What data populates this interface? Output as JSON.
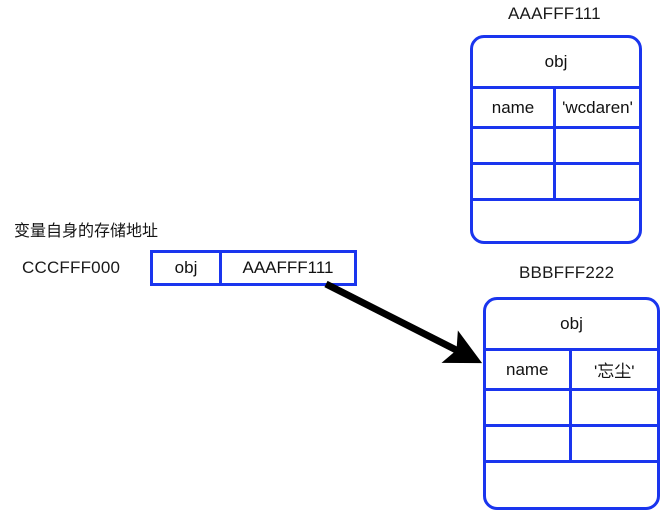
{
  "diagram": {
    "note": "变量自身的存储地址",
    "variable": {
      "address_label": "CCCFFF000",
      "slot_name": "obj",
      "slot_value": "AAAFFF111"
    },
    "objects": [
      {
        "id": "top",
        "address_label": "AAAFFF111",
        "header": "obj",
        "rows": [
          {
            "key": "name",
            "value": "'wcdaren'"
          },
          {
            "key": "",
            "value": ""
          },
          {
            "key": "",
            "value": ""
          }
        ],
        "footer": ""
      },
      {
        "id": "bottom",
        "address_label": "BBBFFF222",
        "header": "obj",
        "rows": [
          {
            "key": "name",
            "value": "'忘尘'"
          },
          {
            "key": "",
            "value": ""
          },
          {
            "key": "",
            "value": ""
          }
        ],
        "footer": ""
      }
    ],
    "pointer": {
      "label": "",
      "from": "variable-slot-value",
      "to": "object-bottom"
    },
    "colors": {
      "border": "#1a35ee",
      "arrow": "#000000",
      "text": "#111111",
      "background": "#ffffff"
    }
  }
}
